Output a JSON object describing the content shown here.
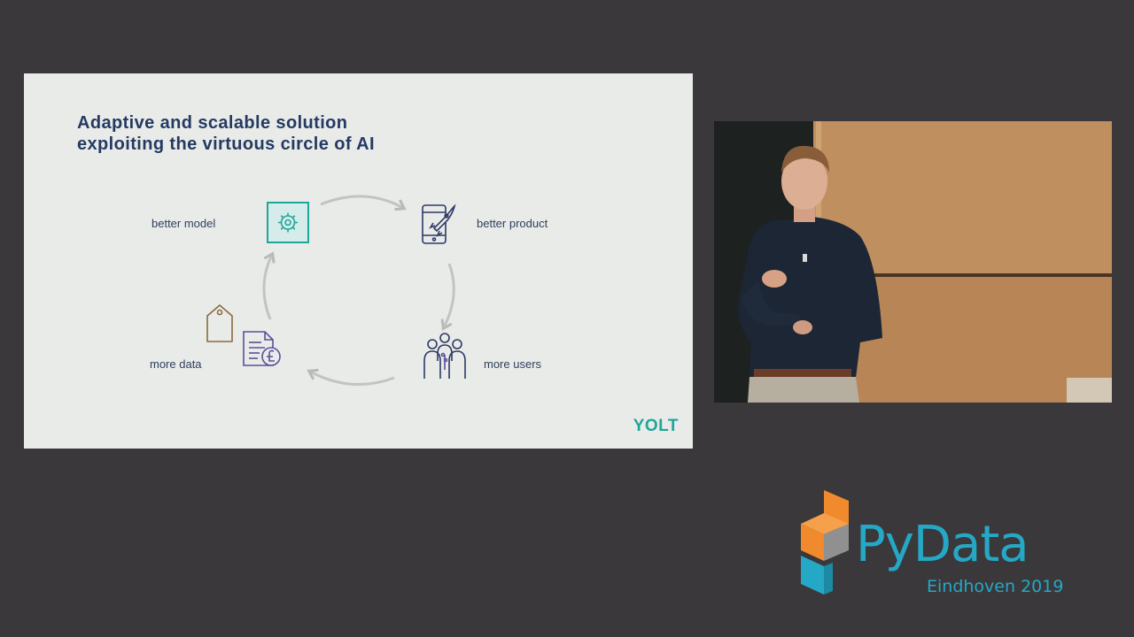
{
  "slide": {
    "title_line1": "Adaptive and scalable solution",
    "title_line2": "exploiting the virtuous circle of AI",
    "nodes": {
      "better_model": "better model",
      "better_product": "better product",
      "more_users": "more users",
      "more_data": "more data"
    },
    "icons": {
      "model": "gear-icon",
      "product": "phone-rocket-icon",
      "users": "group-users-icon",
      "data": "document-pound-icon",
      "tag": "price-tag-icon"
    },
    "brand": "YOLT"
  },
  "video": {
    "description_icon": "speaker-video-feed"
  },
  "logo": {
    "word": "PyData",
    "subtitle": "Eindhoven 2019"
  },
  "colors": {
    "background": "#3a383a",
    "slide_bg": "#e9ebe8",
    "title": "#243a63",
    "accent_teal": "#1fa69b",
    "icon_navy": "#2c3a66",
    "icon_purple": "#5a4f9c",
    "icon_brown": "#8a6a3e",
    "pydata_blue": "#25a8c5",
    "pydata_orange": "#f08a2c"
  }
}
